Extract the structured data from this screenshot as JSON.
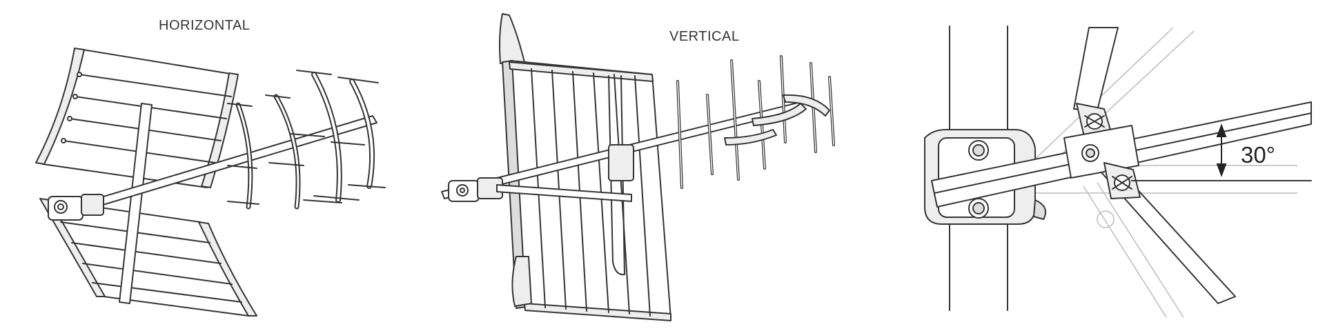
{
  "diagrams": {
    "horizontal": {
      "label": "HORIZONTAL"
    },
    "vertical": {
      "label": "VERTICAL"
    },
    "tilt": {
      "angle_label": "30°"
    }
  },
  "colors": {
    "stroke": "#333333",
    "light_stroke": "#bbbbbb",
    "fill": "#ffffff",
    "shade": "#e8e8e8"
  }
}
